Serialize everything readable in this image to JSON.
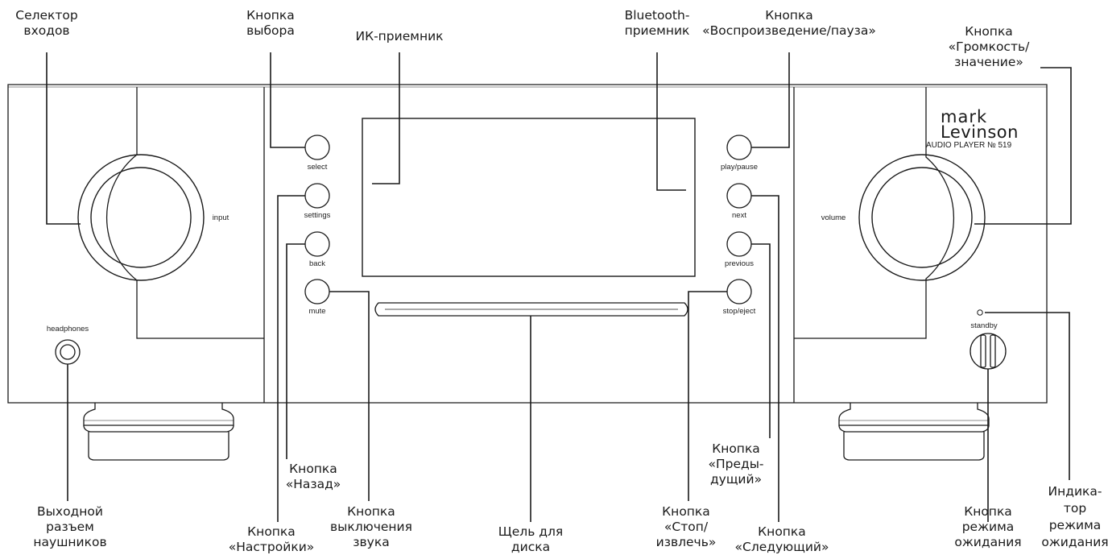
{
  "callouts": {
    "input_selector": "Селектор\nвходов",
    "select_button": "Кнопка\nвыбора",
    "ir_receiver": "ИК-приемник",
    "bluetooth_receiver": "Bluetooth-\nприемник",
    "play_pause_button": "Кнопка\n«Воспроизведение/пауза»",
    "volume_button": "Кнопка\n«Громкость/\nзначение»",
    "headphones_output": "Выходной\nразъем\nнаушников",
    "settings_button": "Кнопка\n«Настройки»",
    "back_button": "Кнопка\n«Назад»",
    "mute_button": "Кнопка\nвыключения\nзвука",
    "disc_slot": "Щель для\nдиска",
    "stop_eject_button": "Кнопка\n«Стоп/\nизвлечь»",
    "previous_button": "Кнопка\n«Преды-\nдущий»",
    "next_button": "Кнопка\n«Следующий»",
    "standby_button": "Кнопка\nрежима\nожидания",
    "standby_indicator": "Индика-\nтор\nрежима\nожидания"
  },
  "front_panel": {
    "input": "input",
    "volume": "volume",
    "headphones": "headphones",
    "select": "select",
    "settings": "settings",
    "back": "back",
    "mute": "mute",
    "play_pause": "play/pause",
    "next": "next",
    "previous": "previous",
    "stop_eject": "stop/eject",
    "standby": "standby"
  },
  "brand": {
    "line1": "mark",
    "line2": "Levinson",
    "model": "AUDIO PLAYER № 519"
  }
}
